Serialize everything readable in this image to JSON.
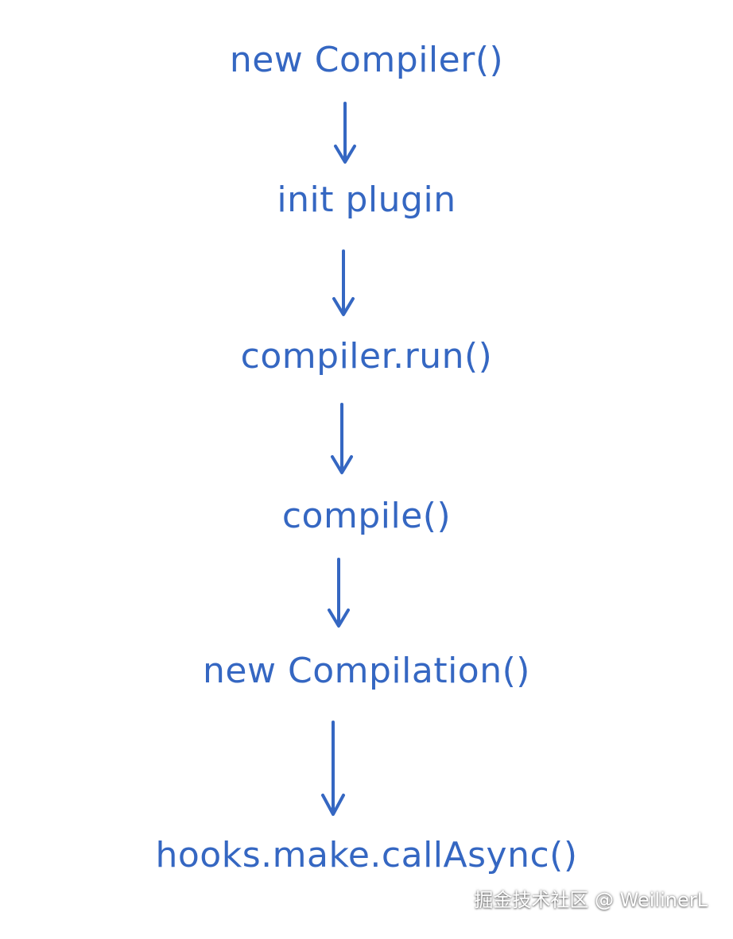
{
  "diagram": {
    "colors": {
      "stroke": "#3567c2",
      "background": "#ffffff"
    },
    "steps": [
      {
        "label": "new Compiler()"
      },
      {
        "label": "init plugin"
      },
      {
        "label": "compiler.run()"
      },
      {
        "label": "compile()"
      },
      {
        "label": "new Compilation()"
      },
      {
        "label": "hooks.make.callAsync()"
      }
    ],
    "arrow_icon": "down-arrow-icon"
  },
  "watermark": {
    "text": "掘金技术社区 @ WeilinerL"
  }
}
